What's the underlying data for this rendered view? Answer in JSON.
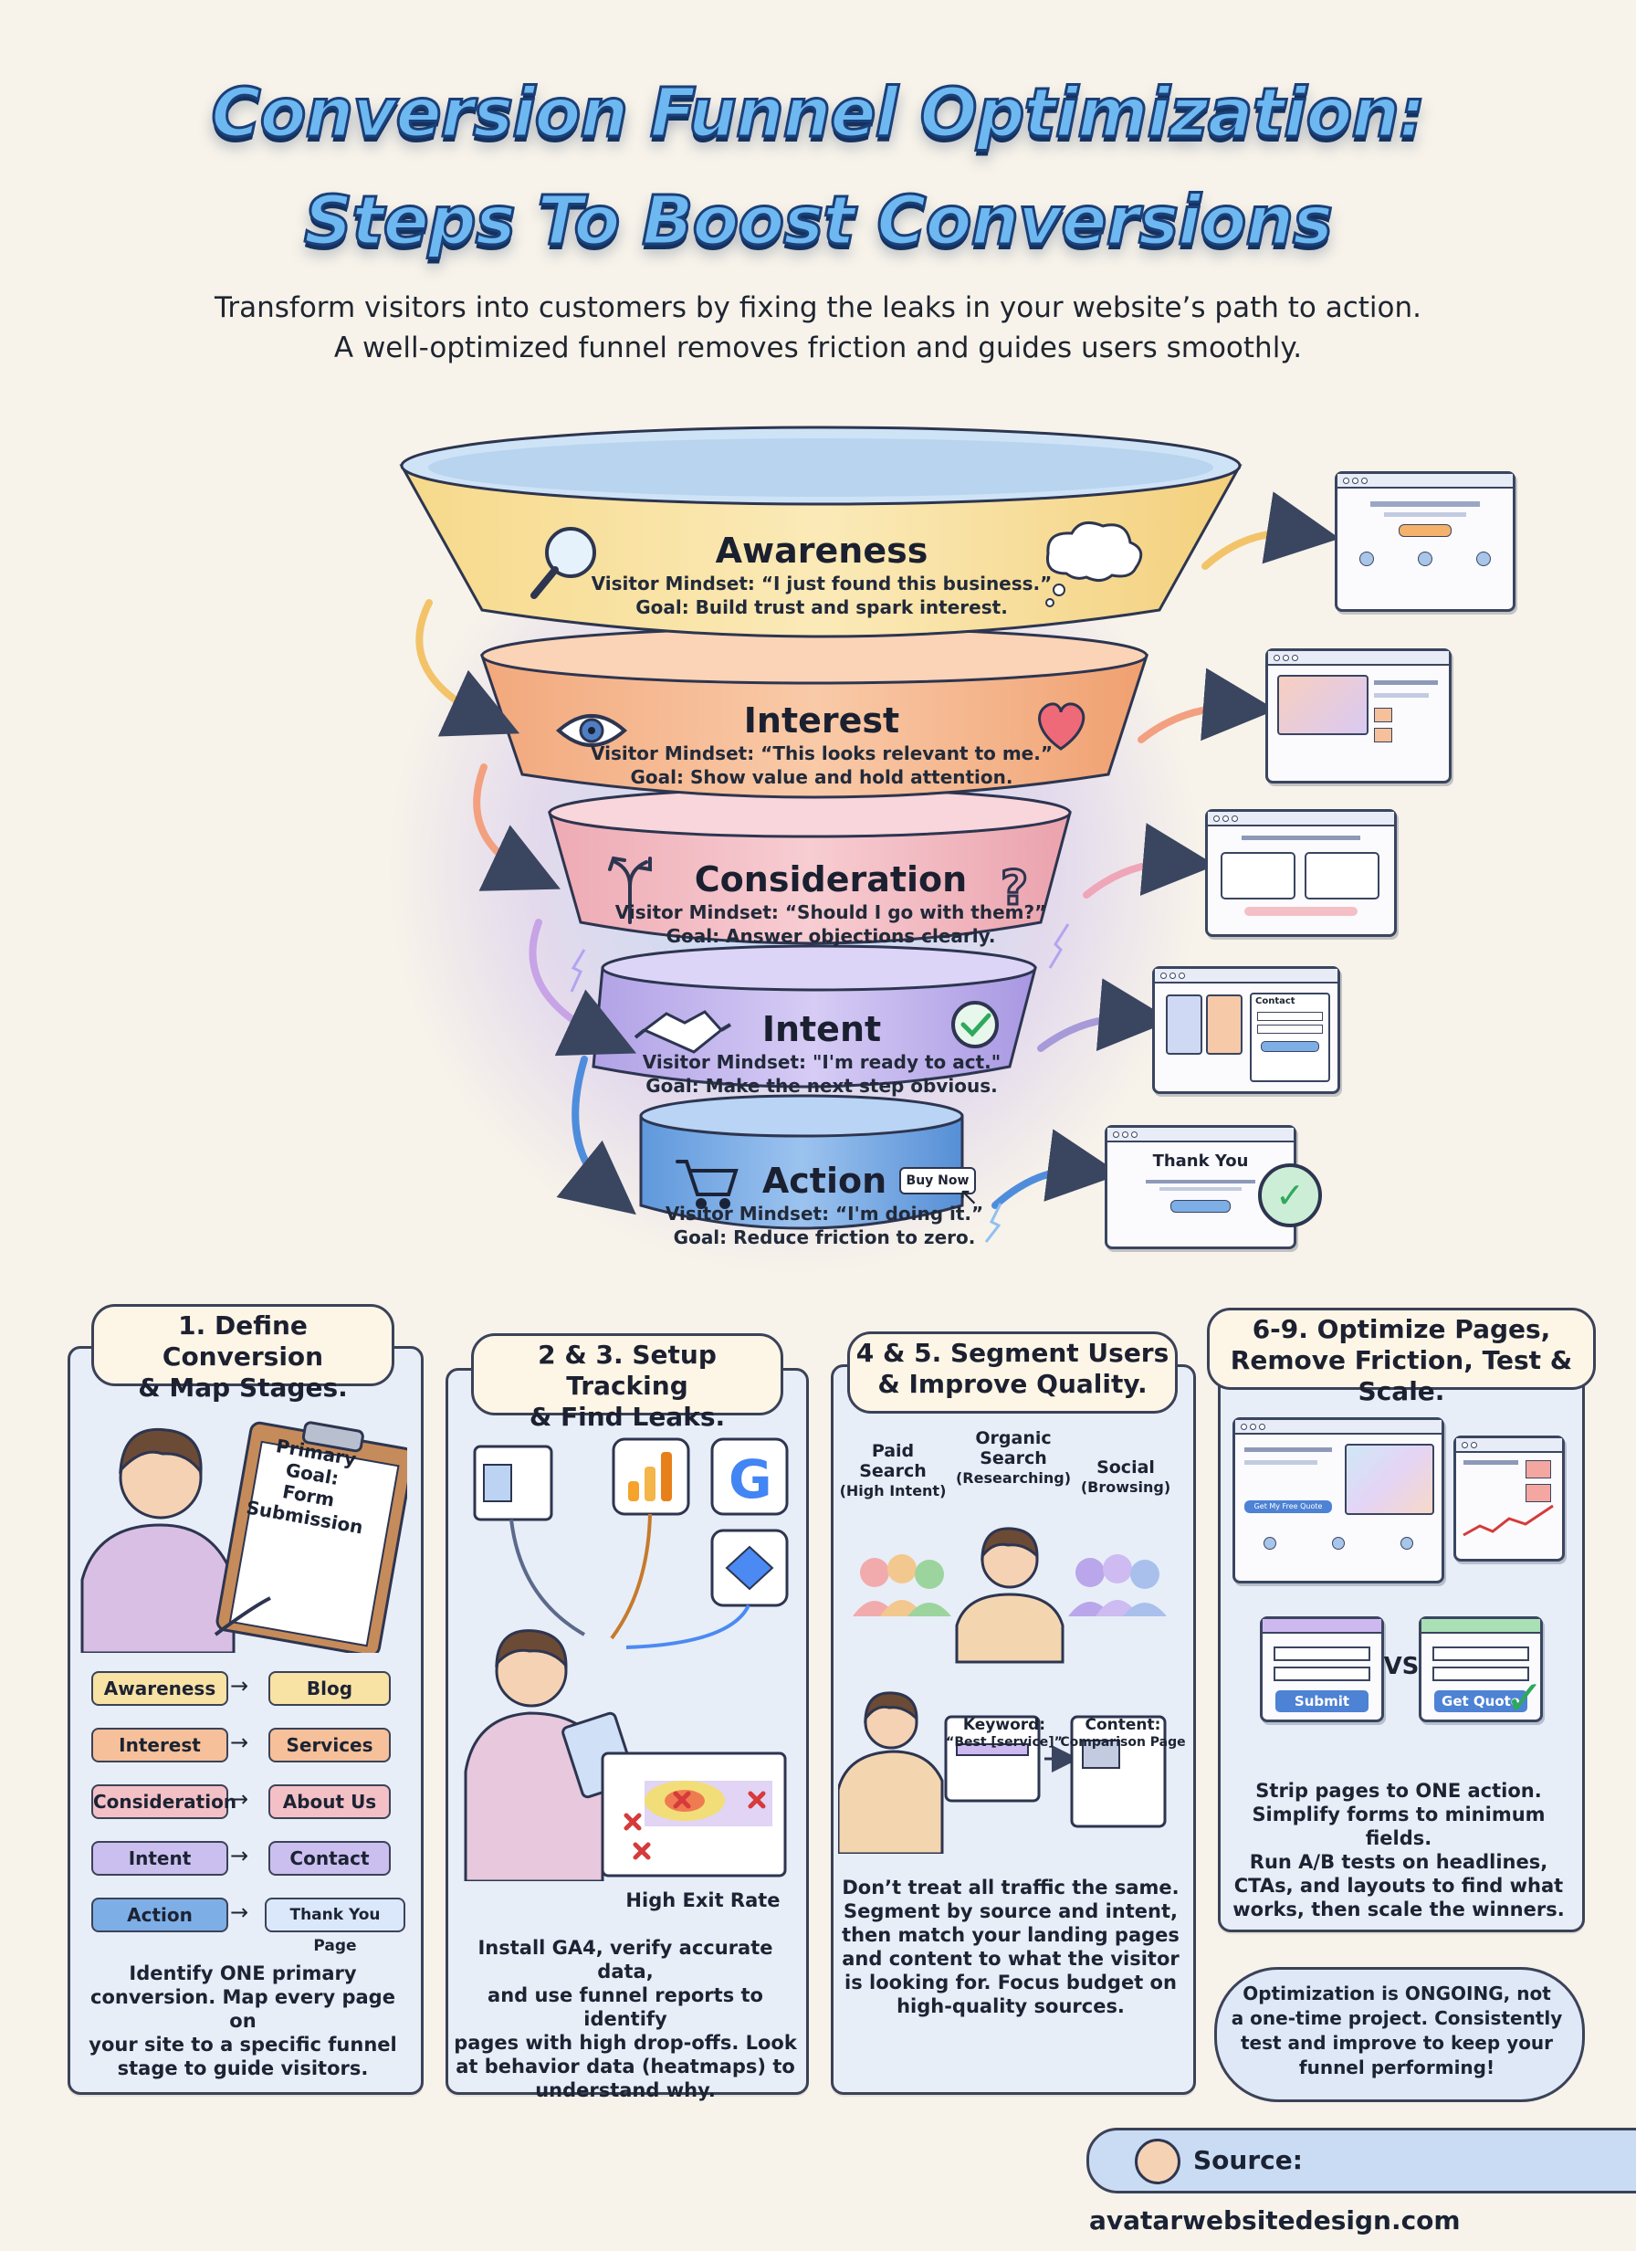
{
  "header": {
    "title_line1": "Conversion Funnel Optimization:",
    "title_line2": "Steps To Boost Conversions",
    "subtitle_line1": "Transform visitors into customers by fixing the leaks in your website’s path to action.",
    "subtitle_line2": "A well-optimized funnel removes friction and guides users smoothly."
  },
  "funnel": {
    "stages": [
      {
        "name": "Awareness",
        "mindset": "Visitor Mindset: “I just found this business.”",
        "goal": "Goal: Build trust and spark interest.",
        "color": "#f8e2a4",
        "icon_left": "magnifier-icon",
        "icon_right": "thought-cloud-icon"
      },
      {
        "name": "Interest",
        "mindset": "Visitor Mindset: “This looks relevant to me.”",
        "goal": "Goal: Show value and hold attention.",
        "color": "#f6c09a",
        "icon_left": "eye-icon",
        "icon_right": "heart-icon"
      },
      {
        "name": "Consideration",
        "mindset": "Visitor Mindset: “Should I go with them?”",
        "goal": "Goal: Answer objections clearly.",
        "color": "#f3c0c6",
        "icon_left": "split-arrow-icon",
        "icon_right": "question-mark-icon"
      },
      {
        "name": "Intent",
        "mindset": "Visitor Mindset: \"I'm ready to act.\"",
        "goal": "Goal: Make the next step obvious.",
        "color": "#cbbff0",
        "icon_left": "handshake-icon",
        "icon_right": "check-circle-icon"
      },
      {
        "name": "Action",
        "mindset": "Visitor Mindset: “I'm doing it.”",
        "goal": "Goal: Reduce friction to zero.",
        "color": "#7eaee6",
        "icon_left": "cart-icon",
        "icon_right": "cursor-icon"
      }
    ],
    "buy_now": "Buy Now",
    "mock_contact": "Contact",
    "mock_thank_you": "Thank You"
  },
  "panels": {
    "p1": {
      "heading_line1": "1. Define Conversion",
      "heading_line2": "& Map Stages.",
      "clipboard_line1": "Primary Goal:",
      "clipboard_line2": "Form",
      "clipboard_line3": "Submission",
      "map": [
        {
          "stage": "Awareness",
          "page": "Blog",
          "color": "#f8e2a4"
        },
        {
          "stage": "Interest",
          "page": "Services",
          "color": "#f6c09a"
        },
        {
          "stage": "Consideration",
          "page": "About Us",
          "color": "#f3c0c6"
        },
        {
          "stage": "Intent",
          "page": "Contact",
          "color": "#cbbff0"
        },
        {
          "stage": "Action",
          "page": "Thank You Page",
          "color": "#7eaee6"
        }
      ],
      "body_lines": [
        "Identify ONE primary",
        "conversion. Map every page on",
        "your site to a specific funnel",
        "stage to guide visitors."
      ]
    },
    "p2": {
      "heading_line1": "2 & 3. Setup Tracking",
      "heading_line2": "& Find Leaks.",
      "high_exit": "High Exit Rate",
      "body_lines": [
        "Install GA4, verify accurate data,",
        "and use funnel reports to identify",
        "pages with high drop-offs. Look",
        "at behavior data (heatmaps) to",
        "understand why."
      ]
    },
    "p3": {
      "heading_line1": "4 & 5. Segment Users",
      "heading_line2": "& Improve Quality.",
      "seg_paid_1": "Paid",
      "seg_paid_2": "Search",
      "seg_paid_3": "(High Intent)",
      "seg_org_1": "Organic",
      "seg_org_2": "Search",
      "seg_org_3": "(Researching)",
      "seg_soc_1": "Social",
      "seg_soc_2": "(Browsing)",
      "keyword_1": "Keyword:",
      "keyword_2": "“Best [service]”",
      "content_1": "Content:",
      "content_2": "Comparison Page",
      "body_lines": [
        "Don’t treat all traffic the same.",
        "Segment by source and intent,",
        "then match your landing pages",
        "and content to what the visitor",
        "is looking for. Focus budget on",
        "high-quality sources."
      ]
    },
    "p4": {
      "heading_line1": "6-9. Optimize Pages,",
      "heading_line2": "Remove Friction, Test & Scale.",
      "mock_cta": "Get My Free Quote",
      "btn_a": "Submit",
      "vs": "VS",
      "btn_b": "Get Quote",
      "body_lines": [
        "Strip pages to ONE action.",
        "Simplify forms to minimum fields.",
        "Run A/B tests on headlines,",
        "CTAs, and layouts to find what",
        "works, then scale the winners."
      ],
      "final_lines": [
        "Optimization is ONGOING, not",
        "a one-time project. Consistently",
        "test and improve to keep your",
        "funnel performing!"
      ]
    }
  },
  "footer": {
    "source": "Source: avatarwebsitedesign.com"
  },
  "colors": {
    "outline": "#3b4258",
    "title_fill": "#6db8f0",
    "title_stroke": "#1b3f78",
    "panel_bg": "#e7eef8",
    "bubble_bg": "#fdf6e6"
  }
}
